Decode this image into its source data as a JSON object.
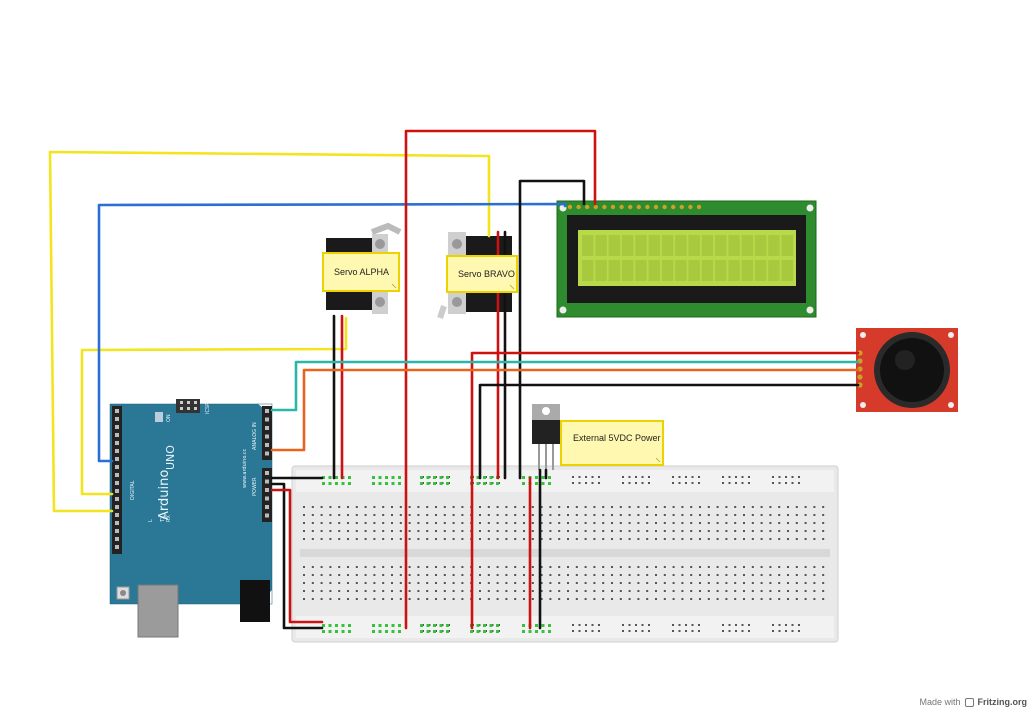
{
  "notes": {
    "servo_alpha": "Servo ALPHA",
    "servo_bravo": "Servo BRAVO",
    "external_power": "External 5VDC Power"
  },
  "arduino": {
    "brand": "Arduino",
    "model": "UNO",
    "url": "www.arduino.cc",
    "power_label": "POWER",
    "analog_label": "ANALOG IN",
    "digital_label": "DIGITAL",
    "on_label": "ON",
    "icsp_label": "ICSP",
    "tx_label": "TX",
    "rx_label": "RX",
    "l_label": "L"
  },
  "footer": {
    "made_with": "Made with",
    "brand": "Fritzing.org"
  },
  "colors": {
    "yellow_wire": "#f2e51f",
    "blue_wire": "#2a6fd3",
    "red_wire": "#cc1111",
    "black_wire": "#111111",
    "teal_wire": "#2bb7a8",
    "orange_wire": "#e8641e",
    "arduino_board": "#2b7896",
    "lcd_pcb": "#2e8b2e",
    "lcd_screen": "#b8d94a",
    "joystick_pcb": "#d63a2a",
    "note_fill": "#fff8b0",
    "note_border": "#ecd200"
  }
}
